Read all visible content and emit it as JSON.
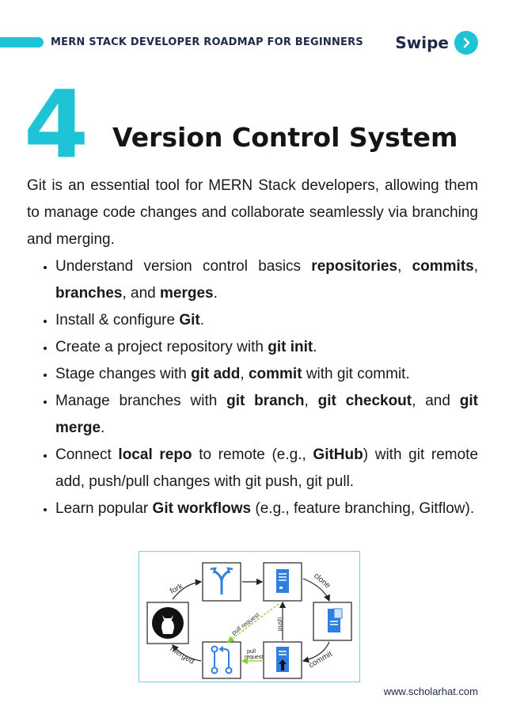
{
  "header": {
    "title": "MERN STACK DEVELOPER ROADMAP FOR BEGINNERS",
    "swipe_label": "Swipe"
  },
  "section": {
    "number": "4",
    "title": "Version Control System"
  },
  "intro": "Git is an essential tool for MERN Stack developers, allowing them to manage code changes and collaborate seamlessly via branching and merging.",
  "items": [
    [
      {
        "t": "Understand version control basics "
      },
      {
        "t": "repositories",
        "b": true
      },
      {
        "t": ", "
      },
      {
        "t": "commits",
        "b": true
      },
      {
        "t": ", "
      },
      {
        "t": "branches",
        "b": true
      },
      {
        "t": ", and "
      },
      {
        "t": "merges",
        "b": true
      },
      {
        "t": "."
      }
    ],
    [
      {
        "t": "Install & configure "
      },
      {
        "t": "Git",
        "b": true
      },
      {
        "t": "."
      }
    ],
    [
      {
        "t": "Create a project repository with "
      },
      {
        "t": "git init",
        "b": true
      },
      {
        "t": "."
      }
    ],
    [
      {
        "t": "Stage changes with "
      },
      {
        "t": "git add",
        "b": true
      },
      {
        "t": ", "
      },
      {
        "t": "commit",
        "b": true
      },
      {
        "t": " with git commit."
      }
    ],
    [
      {
        "t": "Manage branches with "
      },
      {
        "t": "git branch",
        "b": true
      },
      {
        "t": ", "
      },
      {
        "t": "git checkout",
        "b": true
      },
      {
        "t": ", and "
      },
      {
        "t": "git merge",
        "b": true
      },
      {
        "t": "."
      }
    ],
    [
      {
        "t": "Connect "
      },
      {
        "t": "local repo",
        "b": true
      },
      {
        "t": " to remote (e.g., "
      },
      {
        "t": "GitHub",
        "b": true
      },
      {
        "t": ") with git remote add, push/pull changes with git push, git pull."
      }
    ],
    [
      {
        "t": "Learn popular "
      },
      {
        "t": "Git workflows",
        "b": true
      },
      {
        "t": " (e.g., feature branching, Gitflow)."
      }
    ]
  ],
  "diagram": {
    "labels": {
      "fork": "fork",
      "clone": "clone",
      "merged": "merged",
      "commit": "commit",
      "pull_request": "pull request",
      "push": "push",
      "pull_request_small_1": "pull",
      "pull_request_small_2": "request"
    }
  },
  "footer": {
    "url": "www.scholarhat.com"
  },
  "colors": {
    "accent": "#1fc3d6",
    "icon_blue": "#2f7fe0",
    "arrow_green": "#7ed321"
  },
  "icons": {
    "swipe": "chevron-right-icon",
    "github": "github-icon",
    "fork": "fork-icon",
    "server": "server-icon",
    "pull_request": "pull-request-icon"
  }
}
